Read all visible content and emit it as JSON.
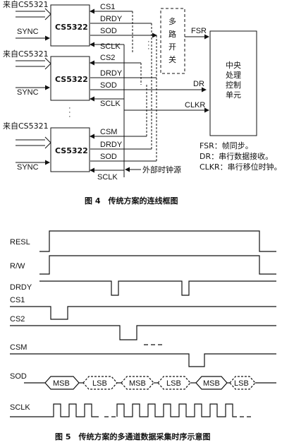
{
  "fig4": {
    "source_label": "来自CS5321",
    "sync_label": "SYNC",
    "chip_label": "CS5322",
    "cs_labels": [
      "CS1",
      "CS2",
      "CSM"
    ],
    "drdy": "DRDY",
    "sod": "SOD",
    "sclk": "SCLK",
    "mux": [
      "多",
      "路",
      "开",
      "关"
    ],
    "cpu": [
      "中央",
      "处理",
      "控制",
      "单元"
    ],
    "fsr": "FSR",
    "dr": "DR",
    "clkr": "CLKR",
    "ext_clock": "外部时钟源",
    "legend": [
      "FSR：帧同步。",
      "DR：串行数据接收。",
      "CLKR：串行移位时钟。"
    ],
    "caption": "图 4　传统方案的连线框图"
  },
  "fig5": {
    "signals": [
      "RESL",
      "R/W",
      "DRDY",
      "CS1",
      "CS2",
      "CSM",
      "SOD",
      "SCLK"
    ],
    "sod_bits": [
      "MSB",
      "LSB",
      "MSB",
      "LSB",
      "MSB",
      "LSB"
    ],
    "caption": "图 5　传统方案的多通道数据采集时序示意图"
  }
}
